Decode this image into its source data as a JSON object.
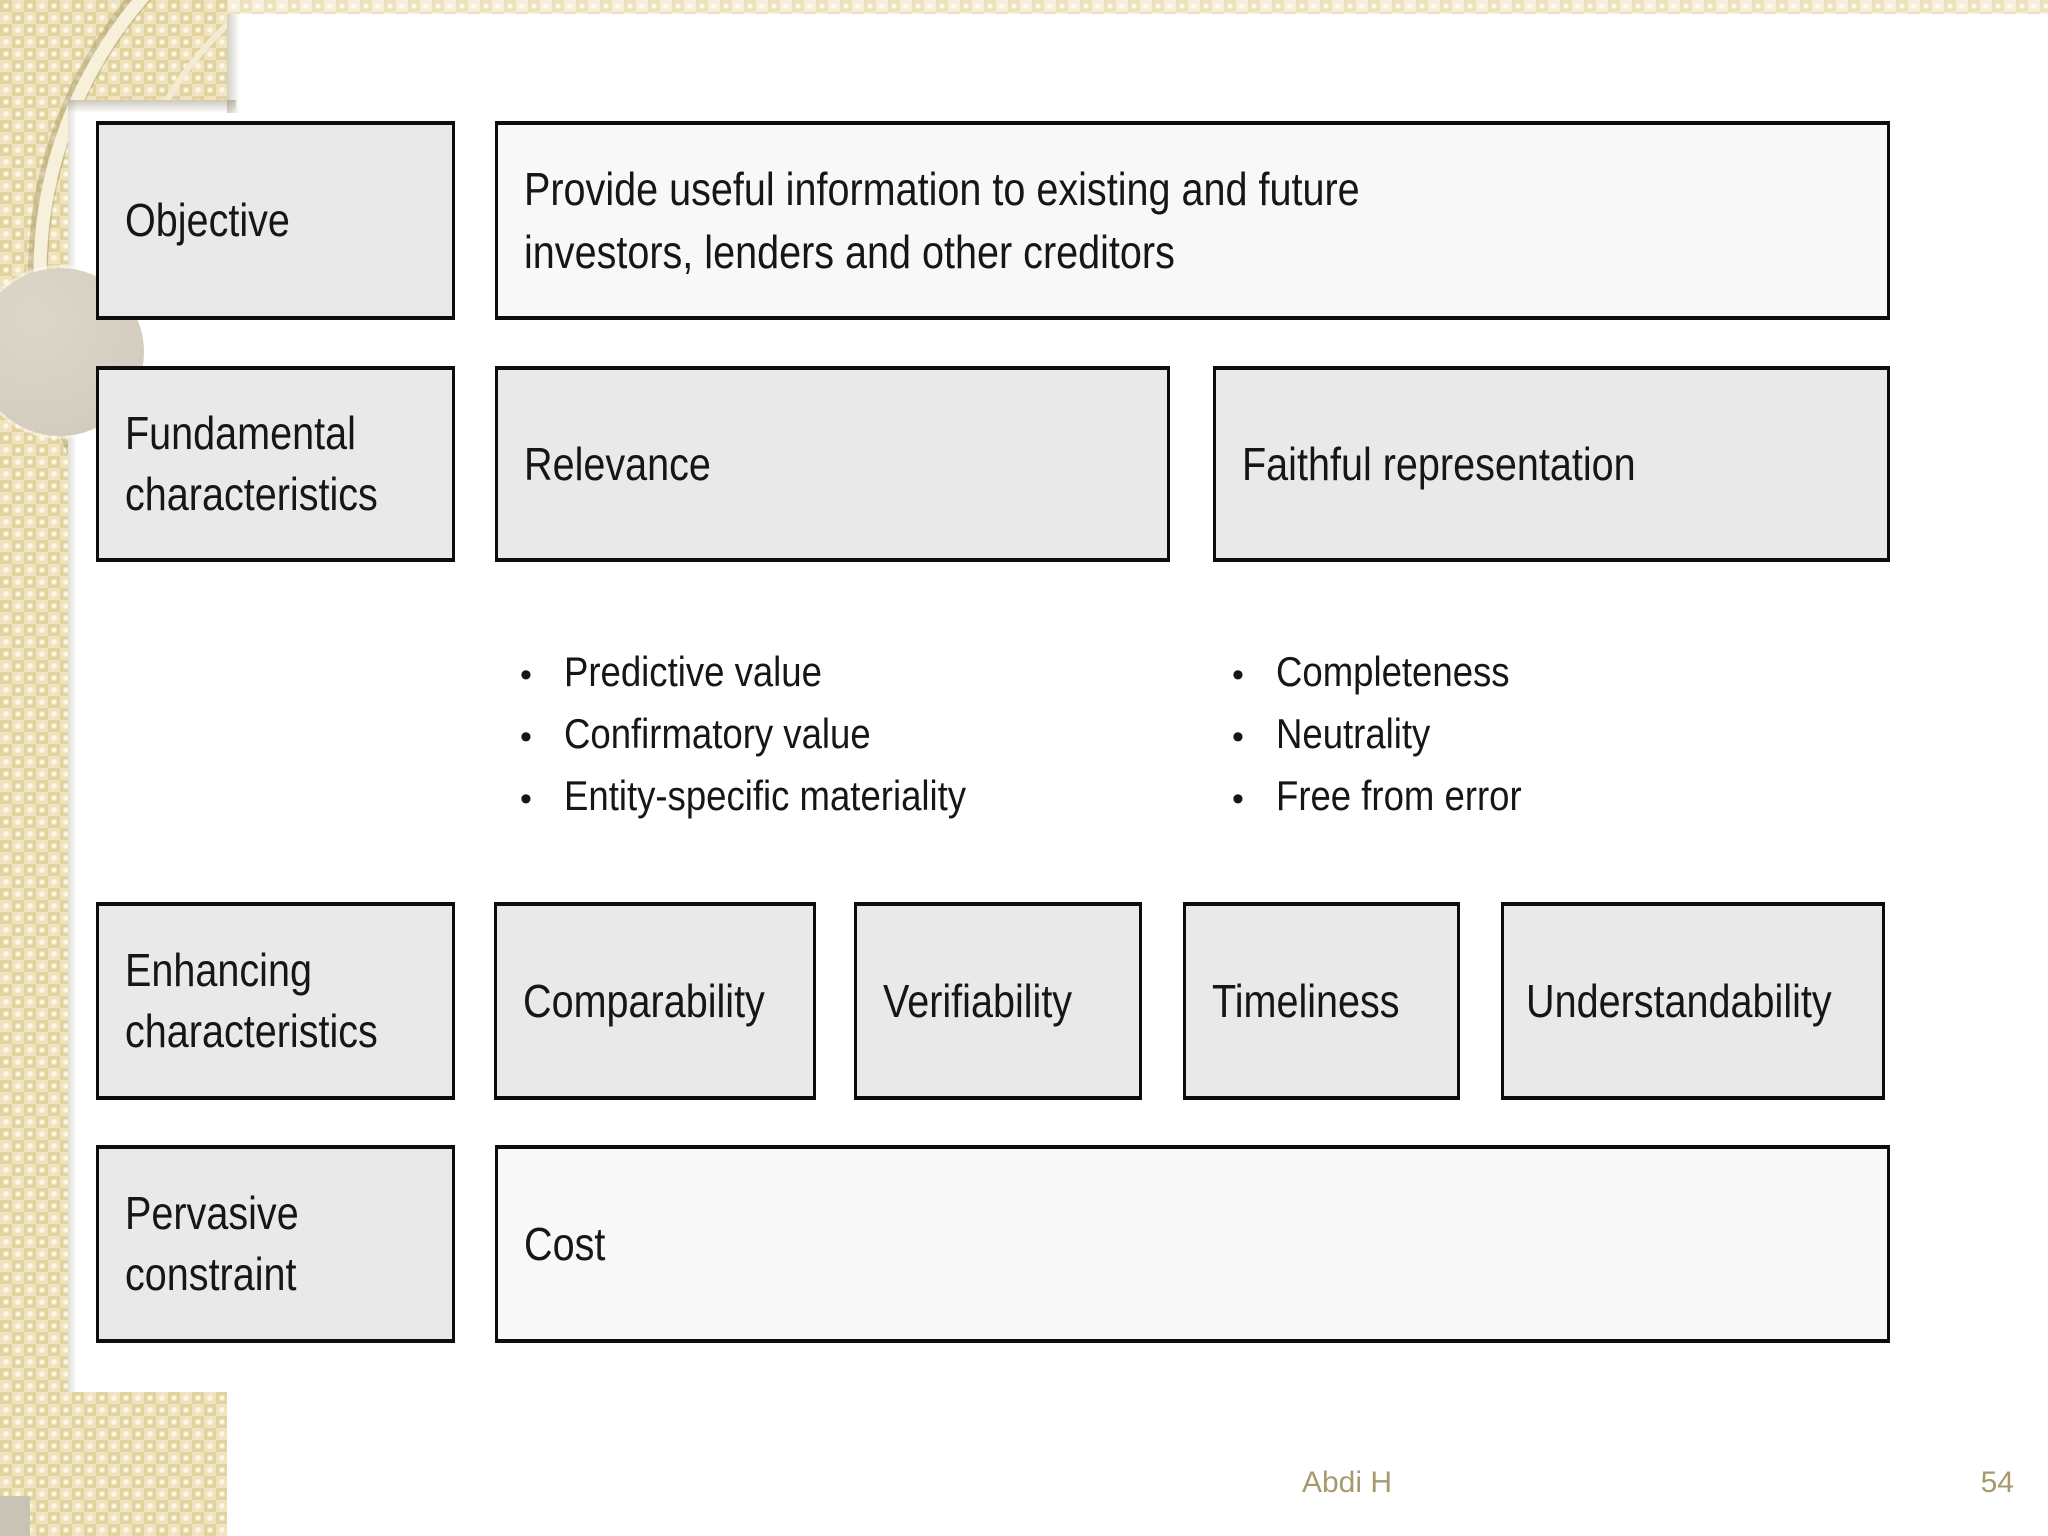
{
  "diagram": {
    "objective": {
      "label": "Objective",
      "description": "Provide useful information to existing and future investors, lenders and other creditors"
    },
    "fundamental": {
      "label": "Fundamental characteristics",
      "items": [
        {
          "name": "Relevance",
          "bullets": [
            "Predictive value",
            "Confirmatory value",
            "Entity-specific materiality"
          ]
        },
        {
          "name": "Faithful representation",
          "bullets": [
            "Completeness",
            "Neutrality",
            "Free from error"
          ]
        }
      ]
    },
    "enhancing": {
      "label": "Enhancing characteristics",
      "items": [
        "Comparability",
        "Verifiability",
        "Timeliness",
        "Understandability"
      ]
    },
    "pervasive": {
      "label": "Pervasive constraint",
      "value": "Cost"
    },
    "bullet_glyph": "•"
  },
  "footer": {
    "author": "Abdi H",
    "page_number": "54"
  },
  "colors": {
    "box_fill_gray": "#e9e9e9",
    "box_fill_light": "#f8f8f8",
    "box_border": "#0d0d0d",
    "text": "#161616",
    "footer_text": "#a69b6e",
    "background_beige": "#e9dcae",
    "beige_dark": "#e2d39e",
    "beige_light": "#f4edd6",
    "ring_cream": "#f7f1dc",
    "blob_gray": "#d5cfc2"
  }
}
